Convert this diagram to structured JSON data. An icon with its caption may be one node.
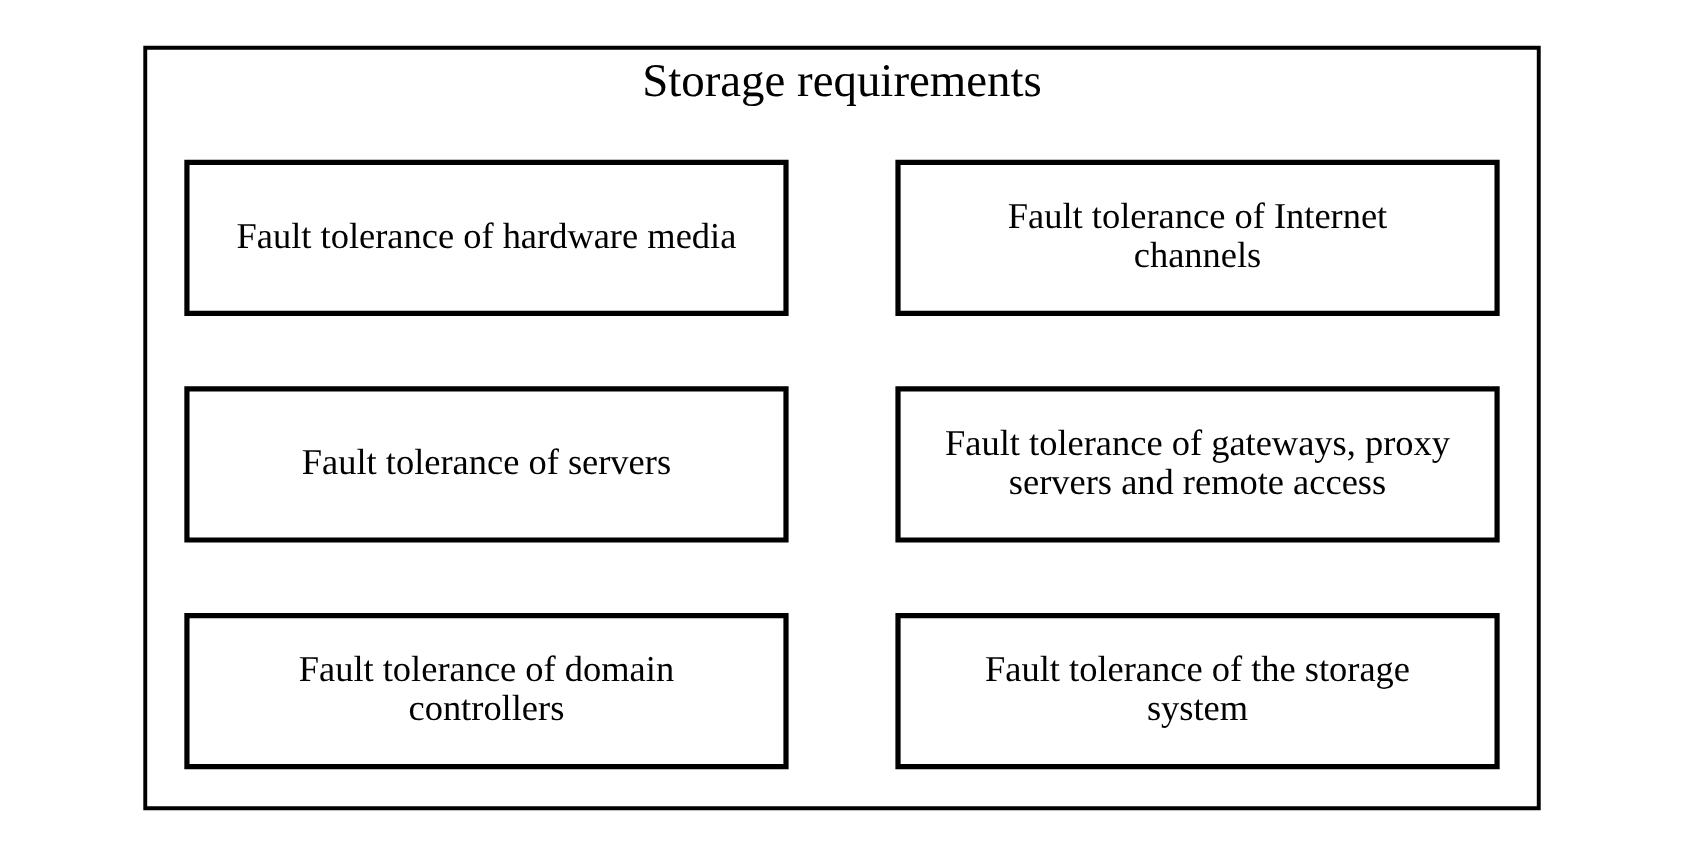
{
  "diagram": {
    "nodes": [
      {
        "text": [
          "Storage requirements"
        ]
      },
      {
        "text": [
          "Fault tolerance of hardware media"
        ],
        "in": 0
      },
      {
        "text": [
          "Fault tolerance of Internet channels"
        ],
        "in": 0
      },
      {
        "text": [
          "Fault tolerance of servers"
        ],
        "in": 0
      },
      {
        "text": [
          "Fault tolerance of gateways, proxy servers and remote access"
        ],
        "in": 0
      },
      {
        "text": [
          "Fault tolerance of domain controllers"
        ],
        "in": 0
      },
      {
        "text": [
          "Fault tolerance of the storage system"
        ],
        "in": 0
      }
    ]
  }
}
